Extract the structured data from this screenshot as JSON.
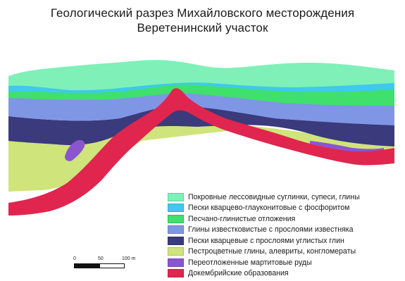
{
  "title": {
    "line1": "Геологический разрез Михайловского месторождения",
    "line2": "Веретенинский участок"
  },
  "legend": [
    {
      "label": "Покровные лессовидные суглинки, супеси, глины",
      "color": "#7ff0b8",
      "layer": "loess"
    },
    {
      "label": "Пески кварцево-глауконитовые с фосфоритом",
      "color": "#3fc9ec",
      "layer": "glauconite"
    },
    {
      "label": "Песчано-глинистые отложения",
      "color": "#3fe06c",
      "layer": "sandclay"
    },
    {
      "label": "Глины известковистые с прослоями известняка",
      "color": "#7e96e4",
      "layer": "calcclay"
    },
    {
      "label": "Пески кварцевые с прослоями углистых глин",
      "color": "#3a3a7d",
      "layer": "quartzsand"
    },
    {
      "label": "Пестроцветные глины, алевриты, конгломераты",
      "color": "#cfe47a",
      "layer": "variegated"
    },
    {
      "label": "Переотложенные мартитовые руды",
      "color": "#8a55cf",
      "layer": "martite"
    },
    {
      "label": "Докембрийские образования",
      "color": "#e0254e",
      "layer": "precambrian"
    }
  ],
  "scale_bar": {
    "labels": [
      "0",
      "50",
      "100 m"
    ]
  }
}
